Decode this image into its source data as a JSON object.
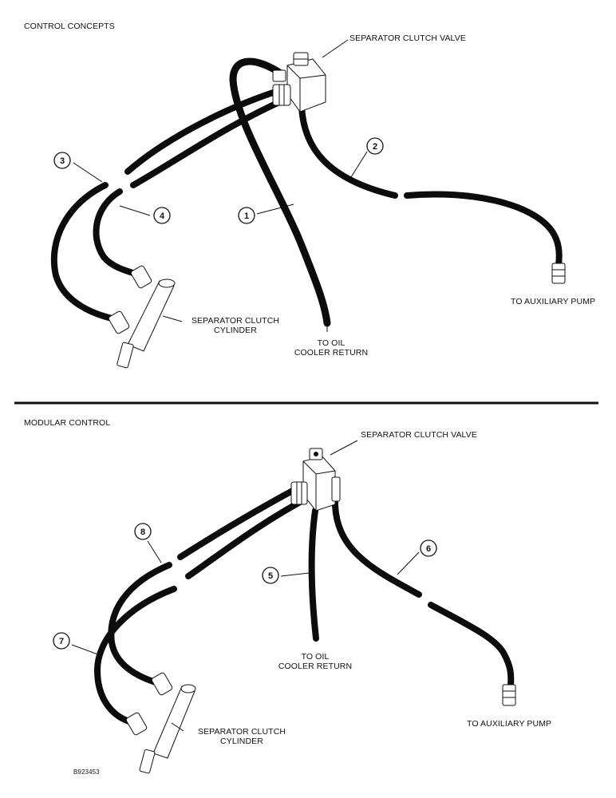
{
  "top_section": {
    "title": "CONTROL CONCEPTS",
    "valve_label": "SEPARATOR CLUTCH VALVE",
    "cylinder_label_line1": "SEPARATOR CLUTCH",
    "cylinder_label_line2": "CYLINDER",
    "return_label_line1": "TO OIL",
    "return_label_line2": "COOLER RETURN",
    "pump_label": "TO AUXILIARY PUMP",
    "callouts": [
      "1",
      "2",
      "3",
      "4"
    ]
  },
  "bottom_section": {
    "title": "MODULAR CONTROL",
    "valve_label": "SEPARATOR CLUTCH VALVE",
    "cylinder_label_line1": "SEPARATOR CLUTCH",
    "cylinder_label_line2": "CYLINDER",
    "return_label_line1": "TO OIL",
    "return_label_line2": "COOLER RETURN",
    "pump_label": "TO AUXILIARY PUMP",
    "callouts": [
      "5",
      "6",
      "7",
      "8"
    ]
  },
  "figure_id": "B923453"
}
